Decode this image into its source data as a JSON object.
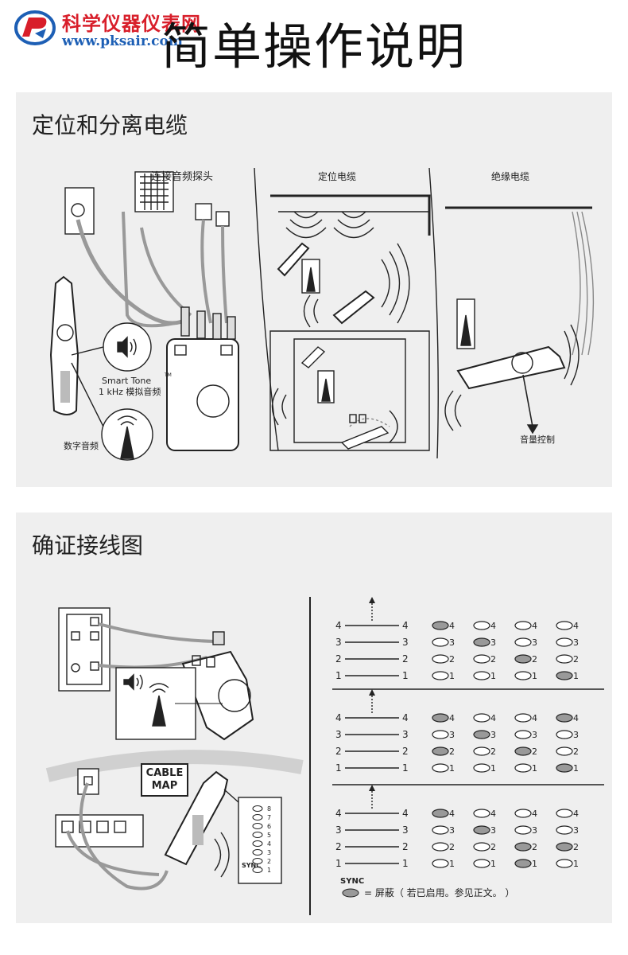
{
  "logo": {
    "cn": "科学仪器仪表网",
    "url": "www.pksair.com"
  },
  "page_title": "简单操作说明",
  "section1": {
    "title": "定位和分离电缆",
    "labels": {
      "connect_probe": "连接音频探头",
      "smart_tone": "Smart Tone",
      "tm": "TM",
      "analog_tone": "1 kHz 模拟音频",
      "digital_tone": "数字音频",
      "locate_cable": "定位电缆",
      "isolate_cable": "绝缘电缆",
      "volume_control": "音量控制"
    }
  },
  "section2": {
    "title": "确证接线图",
    "labels": {
      "cable_map_1": "CABLE",
      "cable_map_2": "MAP",
      "sync": "SYNC",
      "sync_legend_sync": "SYNC",
      "sync_legend_text": "= 屏蔽（ 若已启用。参见正文。 ）"
    },
    "pin_numbers": [
      "4",
      "3",
      "2",
      "1"
    ],
    "led_numbers": [
      "8",
      "7",
      "6",
      "5",
      "4",
      "3",
      "2",
      "1"
    ]
  }
}
